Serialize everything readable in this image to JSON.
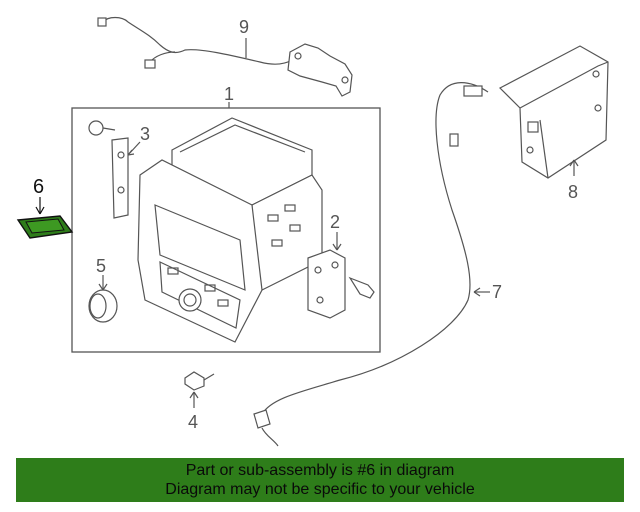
{
  "callouts": {
    "c1": "1",
    "c2": "2",
    "c3": "3",
    "c4": "4",
    "c5": "5",
    "c6": "6",
    "c7": "7",
    "c8": "8",
    "c9": "9"
  },
  "banner": {
    "line1": "Part or sub-assembly is #6 in diagram",
    "line2": "Diagram may not be specific to your vehicle",
    "color": "#2e7d1a"
  },
  "highlight_color": "#2e7d1a"
}
